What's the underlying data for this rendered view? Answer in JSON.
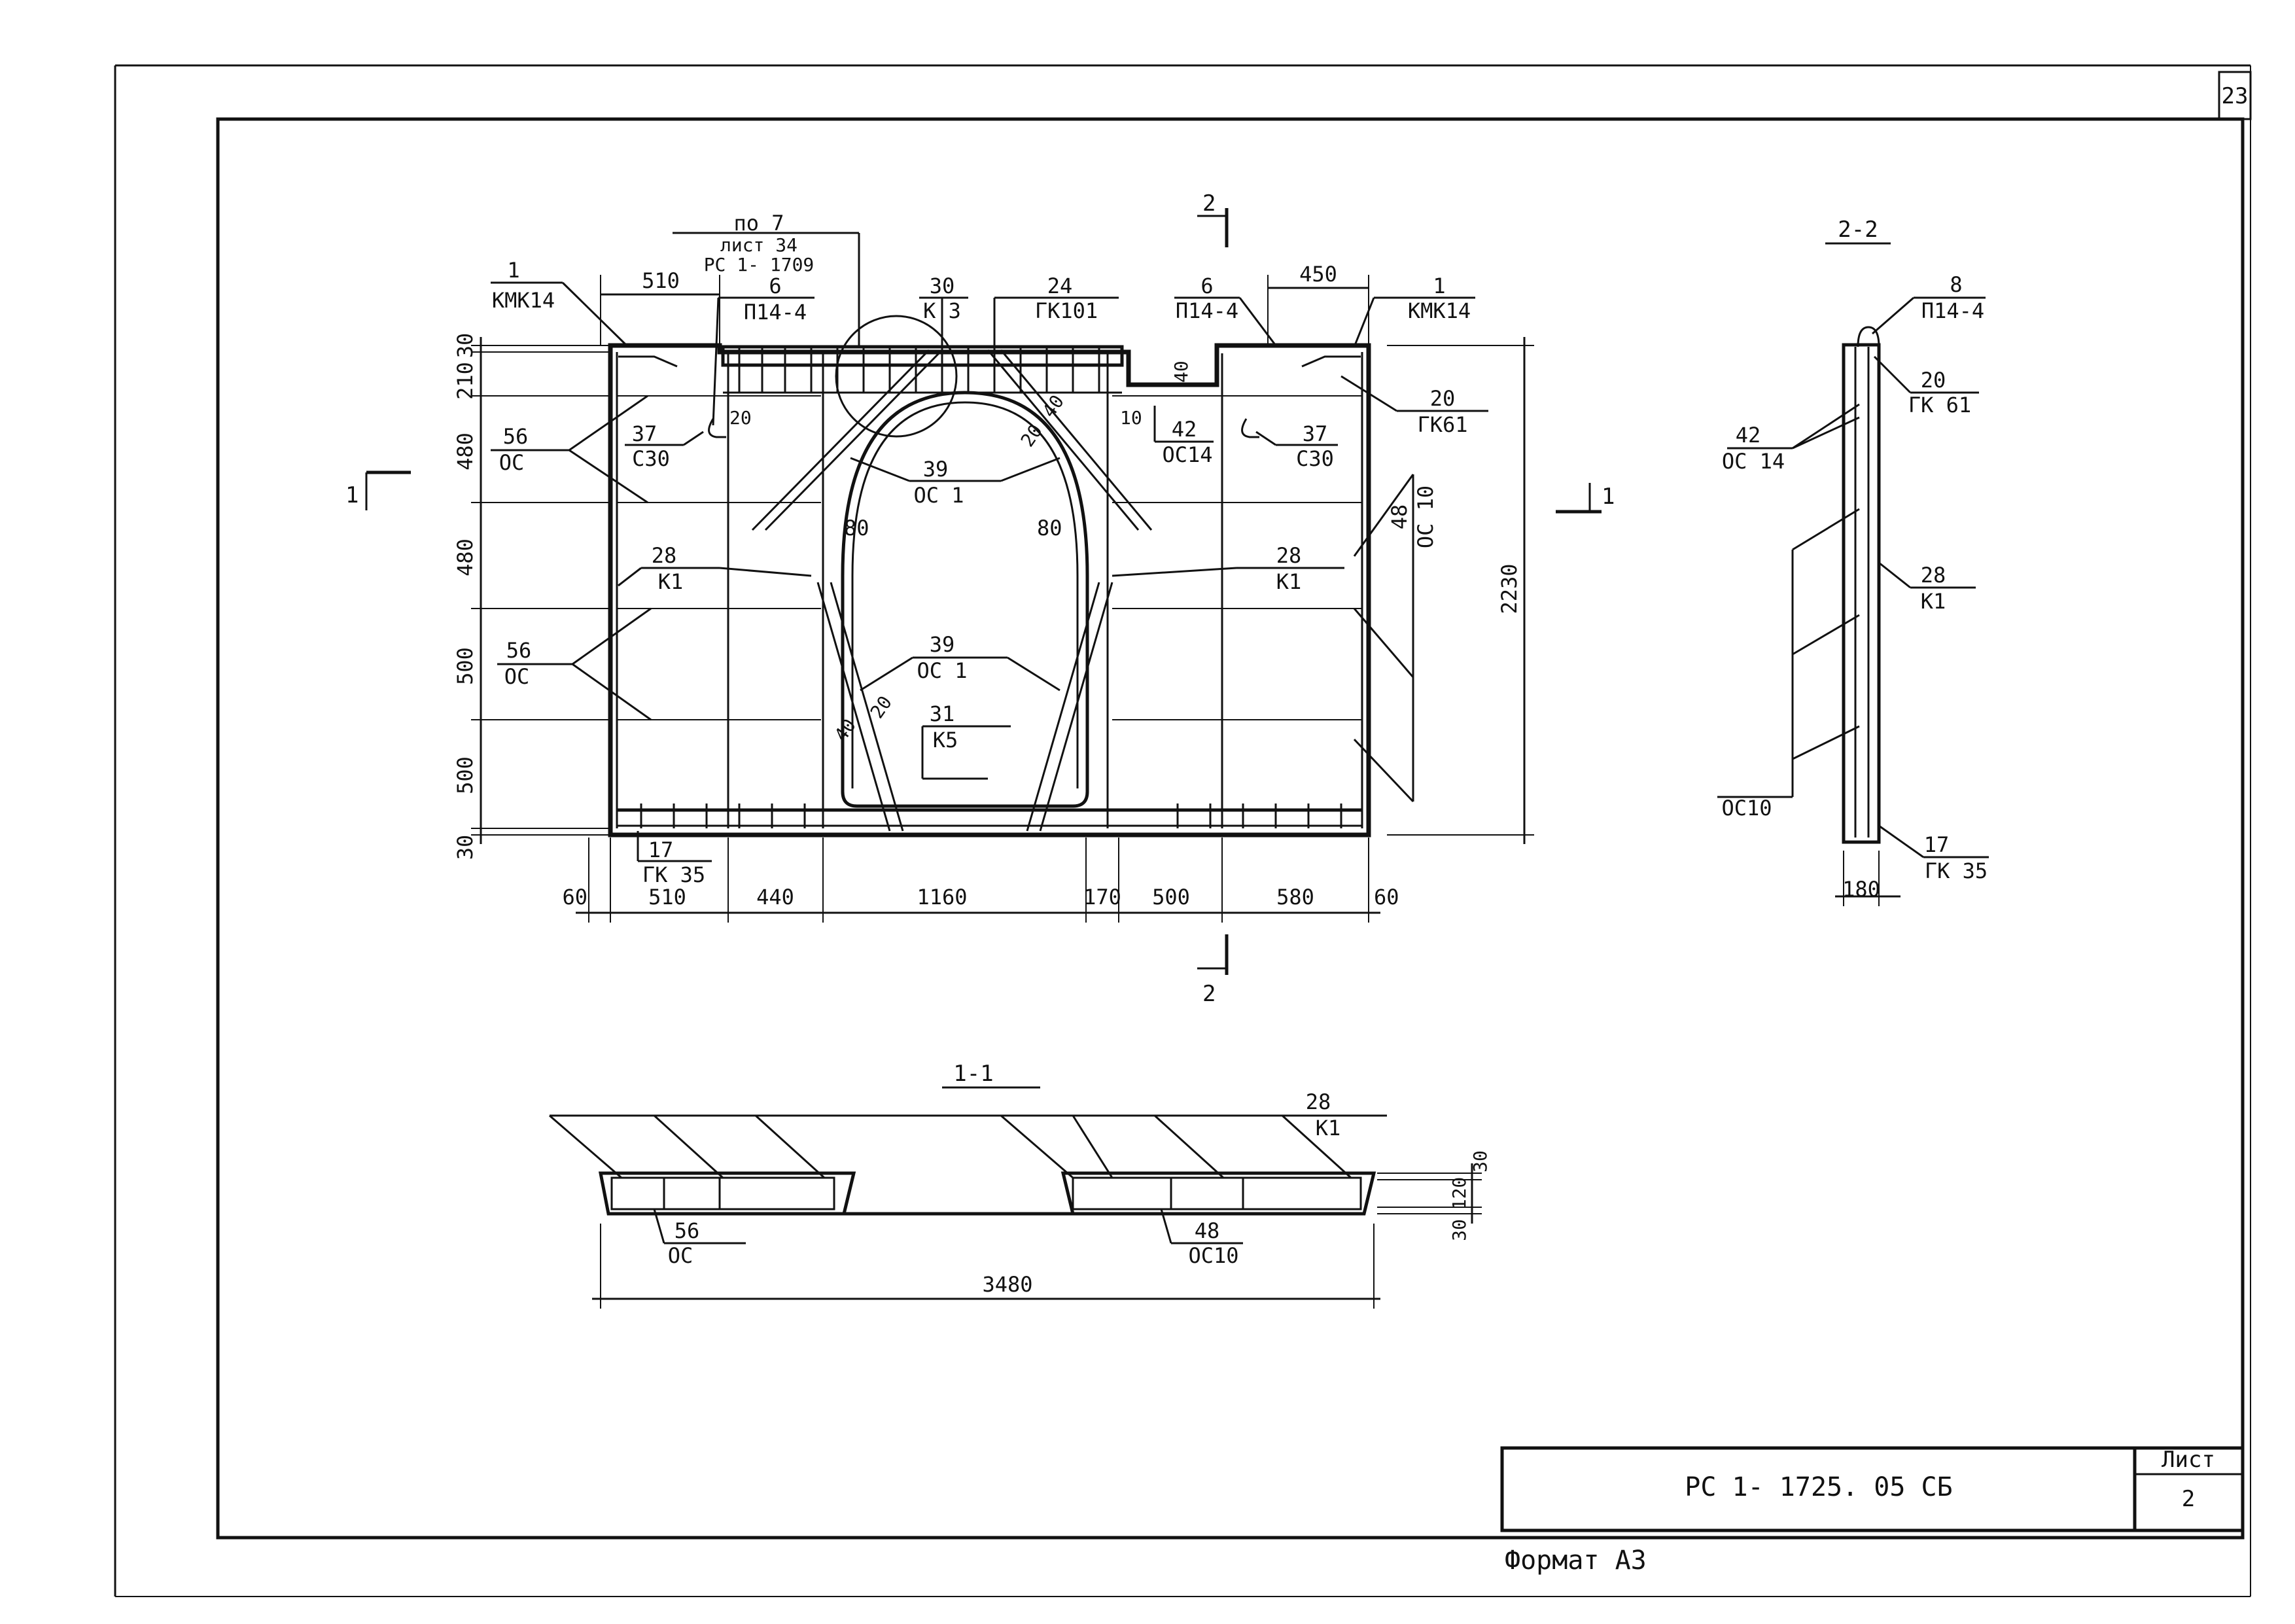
{
  "sheet": {
    "page_number": "23",
    "format": "Формат А3"
  },
  "title_block": {
    "code": "РС 1- 1725. 05 СБ",
    "sheet_label": "Лист",
    "sheet_value": "2"
  },
  "section_marks": {
    "s1": "1",
    "s2": "2",
    "view_2_2": "2-2",
    "view_1_1": "1-1"
  },
  "main_view": {
    "ref_po": "по 7",
    "ref_list": "лист 34",
    "ref_doc": "РС 1- 1709",
    "callouts": [
      {
        "num": "1",
        "code": "КМК14"
      },
      {
        "num": "6",
        "code": "П14-4"
      },
      {
        "num": "30",
        "code": "К 3"
      },
      {
        "num": "24",
        "code": "ГК101"
      },
      {
        "num": "6",
        "code": "П14-4"
      },
      {
        "num": "1",
        "code": "КМК14"
      },
      {
        "num": "20",
        "code": "ГК61"
      },
      {
        "num": "56",
        "code": "ОС"
      },
      {
        "num": "37",
        "code": "С30"
      },
      {
        "num": "39",
        "code": "ОС 1"
      },
      {
        "num": "42",
        "code": "ОС14"
      },
      {
        "num": "37",
        "code": "С30"
      },
      {
        "num": "48",
        "code": "ОС 10"
      },
      {
        "num": "28",
        "code": "К1"
      },
      {
        "num": "28",
        "code": "К1"
      },
      {
        "num": "56",
        "code": "ОС"
      },
      {
        "num": "39",
        "code": "ОС 1"
      },
      {
        "num": "31",
        "code": "К5"
      },
      {
        "num": "17",
        "code": "ГК 35"
      }
    ],
    "top_dims": [
      "510",
      "450"
    ],
    "left_dims": [
      "30",
      "210",
      "480",
      "480",
      "500",
      "500",
      "30"
    ],
    "right_dim": "2230",
    "bottom_dims": [
      "60",
      "510",
      "440",
      "1160",
      "170",
      "500",
      "580",
      "60"
    ],
    "small_dims": [
      "20",
      "10",
      "40",
      "80",
      "80",
      "20",
      "40",
      "40",
      "20"
    ]
  },
  "view_2_2": {
    "callouts": [
      {
        "num": "8",
        "code": "П14-4"
      },
      {
        "num": "20",
        "code": "ГК 61"
      },
      {
        "num": "42",
        "code": "ОС 14"
      },
      {
        "num": "28",
        "code": "К1"
      },
      {
        "num": "17",
        "code": "ГК 35"
      }
    ],
    "oc10": "ОС10",
    "width_dim": "180"
  },
  "view_1_1": {
    "callouts": [
      {
        "num": "28",
        "code": "К1"
      },
      {
        "num": "56",
        "code": "ОС"
      },
      {
        "num": "48",
        "code": "ОС10"
      }
    ],
    "length_dim": "3480",
    "thick_dims": [
      "30",
      "120",
      "30"
    ]
  }
}
